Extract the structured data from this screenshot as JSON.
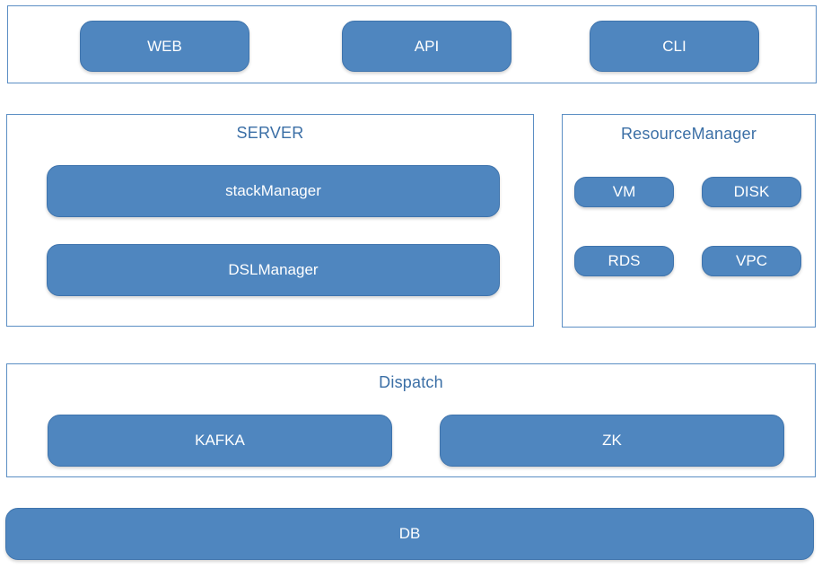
{
  "clients": {
    "items": [
      {
        "label": "WEB"
      },
      {
        "label": "API"
      },
      {
        "label": "CLI"
      }
    ]
  },
  "server": {
    "title": "SERVER",
    "items": [
      {
        "label": "stackManager"
      },
      {
        "label": "DSLManager"
      }
    ]
  },
  "resource_manager": {
    "title": "ResourceManager",
    "items": [
      {
        "label": "VM"
      },
      {
        "label": "DISK"
      },
      {
        "label": "RDS"
      },
      {
        "label": "VPC"
      }
    ]
  },
  "dispatch": {
    "title": "Dispatch",
    "items": [
      {
        "label": "KAFKA"
      },
      {
        "label": "ZK"
      }
    ]
  },
  "db": {
    "label": "DB"
  },
  "colors": {
    "node_fill": "#4f86bf",
    "node_border": "#3f74ad",
    "panel_border": "#5b8ec4",
    "title_text": "#3b6fa6"
  }
}
